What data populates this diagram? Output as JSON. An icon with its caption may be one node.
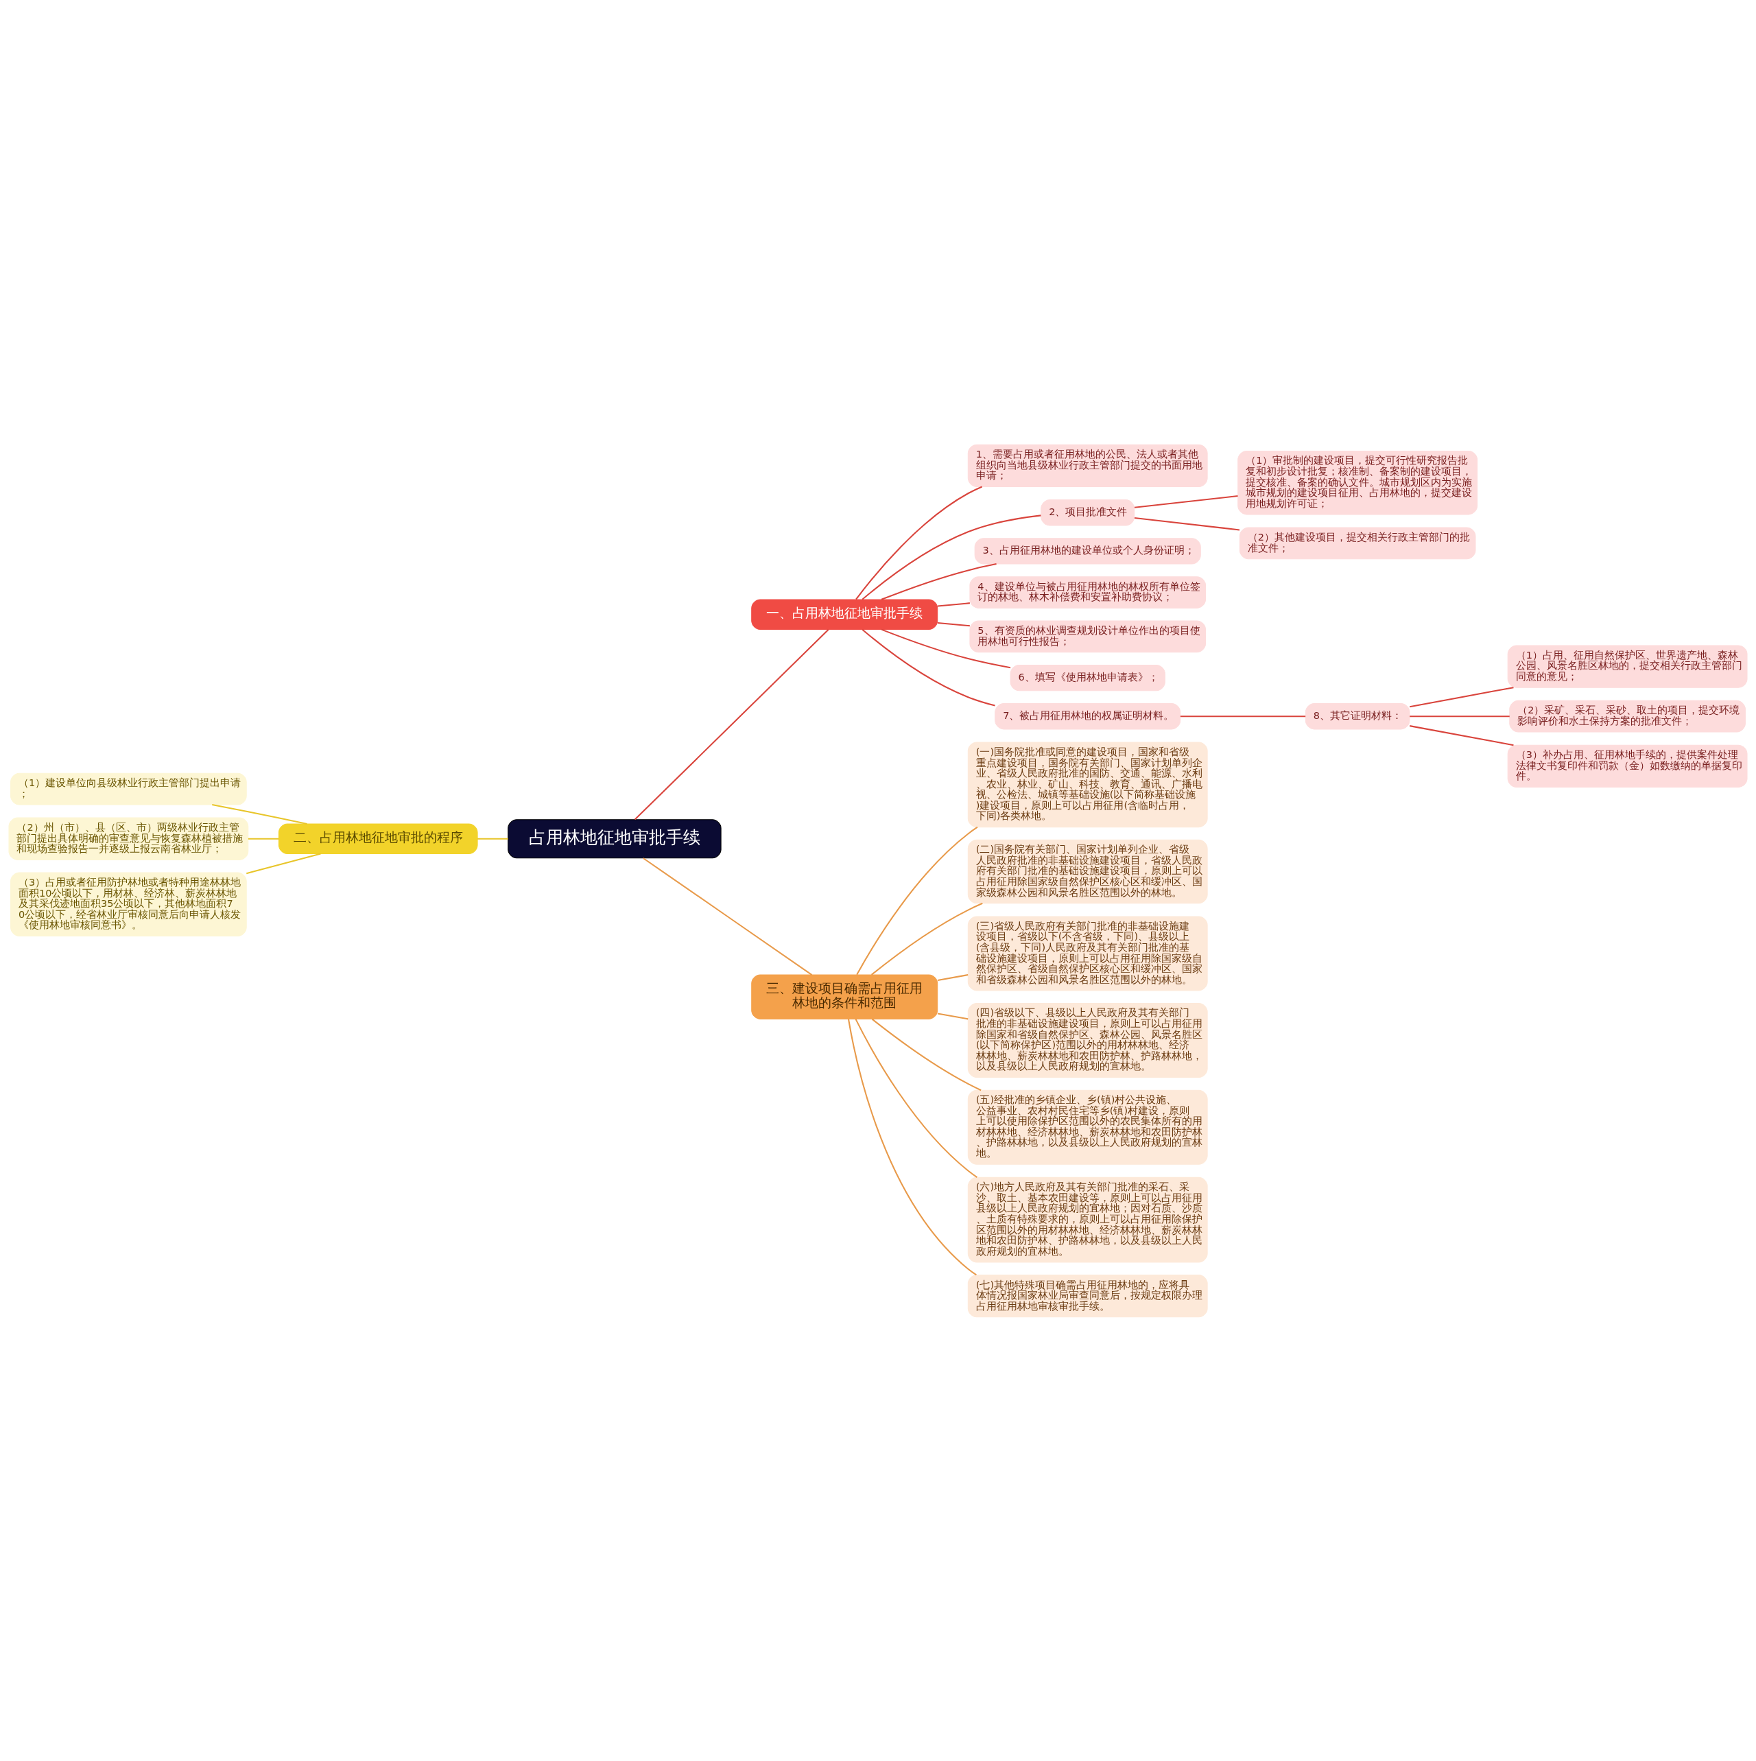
{
  "diagram": {
    "nodes": [
      {
        "text": [
          "占用林地征地审批手续"
        ]
      },
      {
        "text": [
          "一、占用林地征地审批手续"
        ]
      },
      {
        "text": [
          "1、需要占用或者征用林地的公民、法人或者其他组织向当地县级林业行政主管部门提交的书面用地申请；"
        ]
      },
      {
        "text": [
          "2、项目批准文件"
        ]
      },
      {
        "text": [
          "（1）审批制的建设项目，提交可行性研究报告批复和初步设计批复；核准制、备案制的建设项目，提交核准、备案的确认文件。城市规划区内为实施城市规划的建设项目征用、占用林地的，提交建设用地规划许可证；"
        ]
      },
      {
        "text": [
          "（2）其他建设项目，提交相关行政主管部门的批准文件；"
        ]
      },
      {
        "text": [
          "3、占用征用林地的建设单位或个人身份证明；"
        ]
      },
      {
        "text": [
          "4、建设单位与被占用征用林地的林权所有单位签订的林地、林木补偿费和安置补助费协议；"
        ]
      },
      {
        "text": [
          "5、有资质的林业调查规划设计单位作出的项目使用林地可行性报告；"
        ]
      },
      {
        "text": [
          "6、填写《使用林地申请表》；"
        ]
      },
      {
        "text": [
          "7、被占用征用林地的权属证明材料。"
        ]
      },
      {
        "text": [
          "8、其它证明材料："
        ]
      },
      {
        "text": [
          "（1）占用、征用自然保护区、世界遗产地、森林公园、风景名胜区林地的，提交相关行政主管部门同意的意见；"
        ]
      },
      {
        "text": [
          "（2）采矿、采石、采砂、取土的项目，提交环境影响评价和水土保持方案的批准文件；"
        ]
      },
      {
        "text": [
          "（3）补办占用、征用林地手续的，提供案件处理法律文书复印件和罚款（金）如数缴纳的单据复印件。"
        ]
      },
      {
        "text": [
          "二、占用林地征地审批的程序"
        ]
      },
      {
        "text": [
          "（1）建设单位向县级林业行政主管部门提出申请；"
        ]
      },
      {
        "text": [
          "（2）州（市）、县（区、市）两级林业行政主管部门提出具体明确的审查意见与恢复森林植被措施和现场查验报告一并逐级上报云南省林业厅；"
        ]
      },
      {
        "text": [
          "（3）占用或者征用防护林地或者特种用途林林地面积10公顷以下，用材林、经济林、薪炭林林地及其采伐迹地面积35公顷以下，其他林地面积70公顷以下，经省林业厅审核同意后向申请人核发《使用林地审核同意书》。"
        ]
      },
      {
        "text": [
          "三、建设项目确需占用征用林地的条件和范围"
        ]
      },
      {
        "text": [
          "(一)国务院批准或同意的建设项目，国家和省级重点建设项目，国务院有关部门、国家计划单列企业、省级人民政府批准的国防、交通、能源、水利、农业、林业、矿山、科技、教育、通讯、广播电视、公检法、城镇等基础设施(以下简称基础设施)建设项目，原则上可以占用征用(含临时占用，下同)各类林地。"
        ]
      },
      {
        "text": [
          "(二)国务院有关部门、国家计划单列企业、省级人民政府批准的非基础设施建设项目，省级人民政府有关部门批准的基础设施建设项目，原则上可以占用征用除国家级自然保护区核心区和缓冲区、国家级森林公园和风景名胜区范围以外的林地。"
        ]
      },
      {
        "text": [
          "(三)省级人民政府有关部门批准的非基础设施建设项目，省级以下(不含省级，下同)、县级以上(含县级，下同)人民政府及其有关部门批准的基础设施建设项目，原则上可以占用征用除国家级自然保护区、省级自然保护区核心区和缓冲区、国家和省级森林公园和风景名胜区范围以外的林地。"
        ]
      },
      {
        "text": [
          "(四)省级以下、县级以上人民政府及其有关部门批准的非基础设施建设项目，原则上可以占用征用除国家和省级自然保护区、森林公园、风景名胜区(以下简称保护区)范围以外的用材林林地、经济林林地、薪炭林林地和农田防护林、护路林林地，以及县级以上人民政府规划的宜林地。"
        ]
      },
      {
        "text": [
          "(五)经批准的乡镇企业、乡(镇)村公共设施、公益事业、农村村民住宅等乡(镇)村建设，原则上可以使用除保护区范围以外的农民集体所有的用材林林地、经济林林地、薪炭林林地和农田防护林、护路林林地，以及县级以上人民政府规划的宜林地。"
        ]
      },
      {
        "text": [
          "(六)地方人民政府及其有关部门批准的采石、采沙、取土、基本农田建设等，原则上可以占用征用县级以上人民政府规划的宜林地；因对石质、沙质、土质有特殊要求的，原则上可以占用征用除保护区范围以外的用材林林地、经济林林地、薪炭林林地和农田防护林、护路林林地，以及县级以上人民政府规划的宜林地。"
        ]
      },
      {
        "text": [
          "(七)其他特殊项目确需占用征用林地的，应将具体情况报国家林业局审查同意后，按规定权限办理占用征用林地审核审批手续。"
        ]
      }
    ],
    "edges": [
      {
        "from": 0,
        "to": 1,
        "arrow": "none"
      },
      {
        "from": 1,
        "to": 2,
        "arrow": "none"
      },
      {
        "from": 1,
        "to": 3,
        "arrow": "none"
      },
      {
        "from": 3,
        "to": 4,
        "arrow": "none"
      },
      {
        "from": 3,
        "to": 5,
        "arrow": "none"
      },
      {
        "from": 1,
        "to": 6,
        "arrow": "none"
      },
      {
        "from": 1,
        "to": 7,
        "arrow": "none"
      },
      {
        "from": 1,
        "to": 8,
        "arrow": "none"
      },
      {
        "from": 1,
        "to": 9,
        "arrow": "none"
      },
      {
        "from": 1,
        "to": 10,
        "arrow": "none"
      },
      {
        "from": 10,
        "to": 11,
        "arrow": "none"
      },
      {
        "from": 11,
        "to": 12,
        "arrow": "none"
      },
      {
        "from": 11,
        "to": 13,
        "arrow": "none"
      },
      {
        "from": 11,
        "to": 14,
        "arrow": "none"
      },
      {
        "from": 0,
        "to": 15,
        "arrow": "none",
        "color": "#e8c52a"
      },
      {
        "from": 15,
        "to": 16,
        "arrow": "none",
        "color": "#e8c52a"
      },
      {
        "from": 15,
        "to": 17,
        "arrow": "none",
        "color": "#e8c52a"
      },
      {
        "from": 15,
        "to": 18,
        "arrow": "none",
        "color": "#e8c52a"
      },
      {
        "from": 0,
        "to": 19,
        "arrow": "none",
        "color": "#e89a4a"
      },
      {
        "from": 19,
        "to": 20,
        "arrow": "none",
        "color": "#e89a4a"
      },
      {
        "from": 19,
        "to": 21,
        "arrow": "none",
        "color": "#e89a4a"
      },
      {
        "from": 19,
        "to": 22,
        "arrow": "none",
        "color": "#e89a4a"
      },
      {
        "from": 19,
        "to": 23,
        "arrow": "none",
        "color": "#e89a4a"
      },
      {
        "from": 19,
        "to": 24,
        "arrow": "none",
        "color": "#e89a4a"
      },
      {
        "from": 19,
        "to": 25,
        "arrow": "none",
        "color": "#e89a4a"
      },
      {
        "from": 19,
        "to": 26,
        "arrow": "none",
        "color": "#e89a4a"
      }
    ]
  }
}
